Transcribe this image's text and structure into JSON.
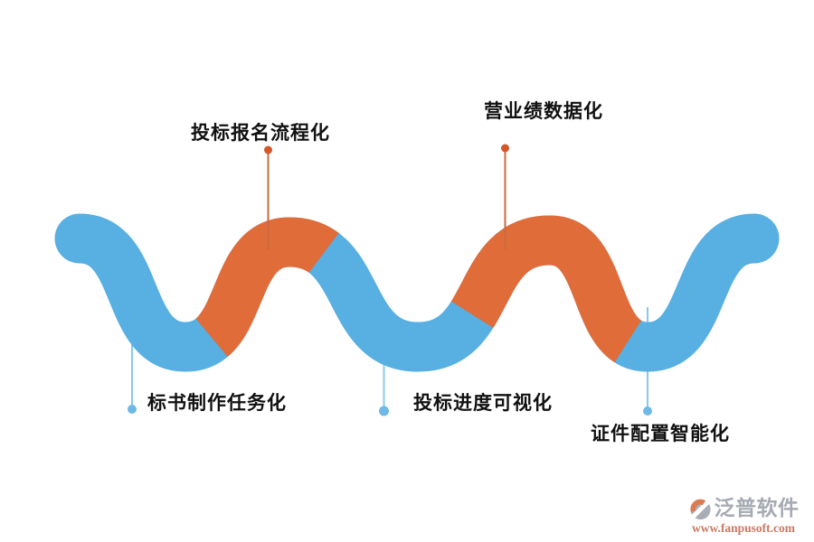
{
  "diagram": {
    "labels": [
      "投标报名流程化",
      "营业绩数据化",
      "标书制作任务化",
      "投标进度可视化",
      "证件配置智能化"
    ],
    "colors": {
      "blue": "#58AFE1",
      "orange": "#E06C3A",
      "topline": "#C96A3E",
      "topdot": "#D4582B",
      "bottomline": "#8AC8EE",
      "bottomdot": "#6FB9E6",
      "text": "#111111",
      "brandgray": "#A6AAB2",
      "brandorange": "#DC7B52",
      "brandurl": "#C87A63"
    }
  },
  "branding": {
    "name": "泛普软件",
    "url": "www.fanpusoft.com"
  }
}
